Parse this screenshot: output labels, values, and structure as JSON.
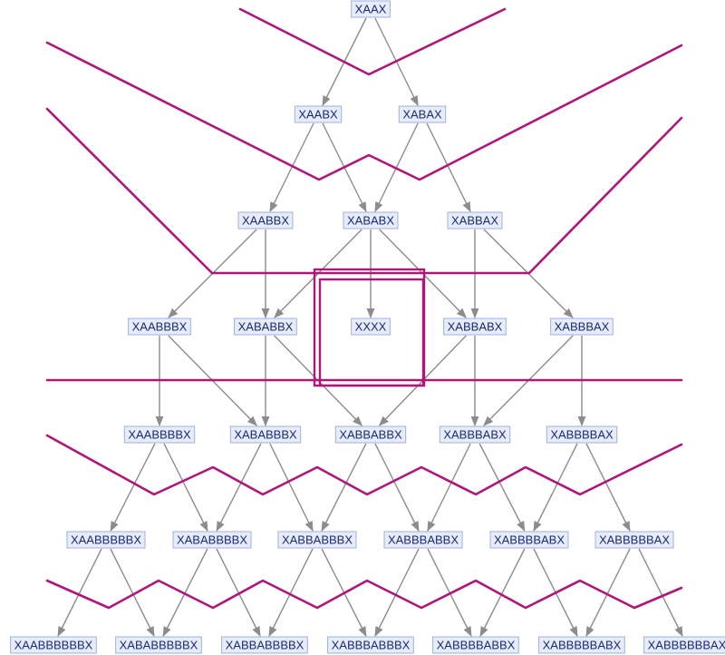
{
  "graph": {
    "nodes": [
      {
        "id": "n0",
        "label": "XAAX",
        "level": 0
      },
      {
        "id": "n1",
        "label": "XAABX",
        "level": 1
      },
      {
        "id": "n2",
        "label": "XABAX",
        "level": 1
      },
      {
        "id": "n3",
        "label": "XAABBX",
        "level": 2
      },
      {
        "id": "n4",
        "label": "XABABX",
        "level": 2
      },
      {
        "id": "n5",
        "label": "XABBAX",
        "level": 2
      },
      {
        "id": "n6",
        "label": "XAABBBX",
        "level": 3
      },
      {
        "id": "n7",
        "label": "XABABBX",
        "level": 3
      },
      {
        "id": "n8",
        "label": "XXXX",
        "level": 3
      },
      {
        "id": "n9",
        "label": "XABBABX",
        "level": 3
      },
      {
        "id": "n10",
        "label": "XABBBAX",
        "level": 3
      },
      {
        "id": "n11",
        "label": "XAABBBBX",
        "level": 4
      },
      {
        "id": "n12",
        "label": "XABABBBX",
        "level": 4
      },
      {
        "id": "n13",
        "label": "XABBABBX",
        "level": 4
      },
      {
        "id": "n14",
        "label": "XABBBABX",
        "level": 4
      },
      {
        "id": "n15",
        "label": "XABBBBAX",
        "level": 4
      },
      {
        "id": "n16",
        "label": "XAABBBBBX",
        "level": 5
      },
      {
        "id": "n17",
        "label": "XABABBBBX",
        "level": 5
      },
      {
        "id": "n18",
        "label": "XABBABBBX",
        "level": 5
      },
      {
        "id": "n19",
        "label": "XABBBABBX",
        "level": 5
      },
      {
        "id": "n20",
        "label": "XABBBBABX",
        "level": 5
      },
      {
        "id": "n21",
        "label": "XABBBBBAX",
        "level": 5
      },
      {
        "id": "n22",
        "label": "XAABBBBBBX",
        "level": 6
      },
      {
        "id": "n23",
        "label": "XABABBBBBX",
        "level": 6
      },
      {
        "id": "n24",
        "label": "XABBABBBBX",
        "level": 6
      },
      {
        "id": "n25",
        "label": "XABBBABBBX",
        "level": 6
      },
      {
        "id": "n26",
        "label": "XABBBBABBX",
        "level": 6
      },
      {
        "id": "n27",
        "label": "XABBBBBABX",
        "level": 6
      },
      {
        "id": "n28",
        "label": "XABBBBBBAX",
        "level": 6
      }
    ],
    "edges": [
      [
        "n0",
        "n1"
      ],
      [
        "n0",
        "n2"
      ],
      [
        "n1",
        "n3"
      ],
      [
        "n1",
        "n4"
      ],
      [
        "n2",
        "n4"
      ],
      [
        "n2",
        "n5"
      ],
      [
        "n3",
        "n6"
      ],
      [
        "n3",
        "n7"
      ],
      [
        "n4",
        "n7"
      ],
      [
        "n4",
        "n8"
      ],
      [
        "n4",
        "n9"
      ],
      [
        "n5",
        "n9"
      ],
      [
        "n5",
        "n10"
      ],
      [
        "n6",
        "n11"
      ],
      [
        "n6",
        "n12"
      ],
      [
        "n7",
        "n12"
      ],
      [
        "n7",
        "n13"
      ],
      [
        "n9",
        "n13"
      ],
      [
        "n9",
        "n14"
      ],
      [
        "n10",
        "n14"
      ],
      [
        "n10",
        "n15"
      ],
      [
        "n11",
        "n16"
      ],
      [
        "n11",
        "n17"
      ],
      [
        "n12",
        "n17"
      ],
      [
        "n12",
        "n18"
      ],
      [
        "n13",
        "n18"
      ],
      [
        "n13",
        "n19"
      ],
      [
        "n14",
        "n19"
      ],
      [
        "n14",
        "n20"
      ],
      [
        "n15",
        "n20"
      ],
      [
        "n15",
        "n21"
      ],
      [
        "n16",
        "n22"
      ],
      [
        "n16",
        "n23"
      ],
      [
        "n17",
        "n23"
      ],
      [
        "n17",
        "n24"
      ],
      [
        "n18",
        "n24"
      ],
      [
        "n18",
        "n25"
      ],
      [
        "n19",
        "n25"
      ],
      [
        "n19",
        "n26"
      ],
      [
        "n20",
        "n26"
      ],
      [
        "n20",
        "n27"
      ],
      [
        "n21",
        "n27"
      ],
      [
        "n21",
        "n28"
      ]
    ],
    "colors": {
      "node_fill": "#e6ecfa",
      "node_stroke": "#9fb0dc",
      "node_text": "#1a2a78",
      "edge": "#8c8c8c",
      "frontier": "#b0157a"
    }
  }
}
